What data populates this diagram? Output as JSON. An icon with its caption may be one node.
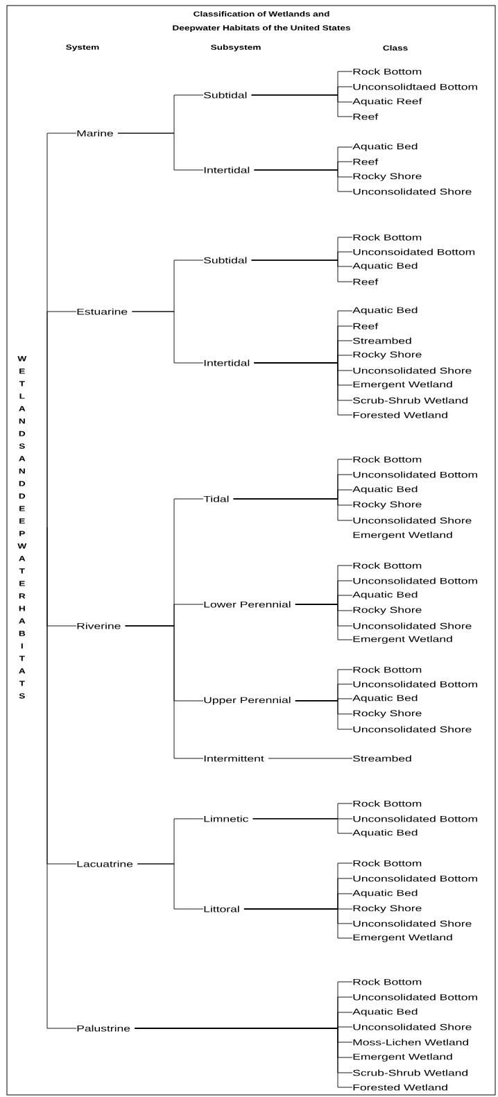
{
  "diagram": {
    "title": "Classification of Wetlands and Deepwater Habitats of the United States",
    "nodes": [
      {
        "text": [
          "WETLANDS AND DEEP WATER HABITATS"
        ]
      },
      {
        "text": [
          "Marine"
        ]
      },
      {
        "text": [
          "Subtidal"
        ]
      },
      {
        "text": [
          "Rock Bottom"
        ]
      },
      {
        "text": [
          "Unconsolidtaed Bottom"
        ]
      },
      {
        "text": [
          "Aquatic Reef"
        ]
      },
      {
        "text": [
          "Reef"
        ]
      },
      {
        "text": [
          "Intertidal"
        ]
      },
      {
        "text": [
          "Aquatic Bed"
        ]
      },
      {
        "text": [
          "Reef"
        ]
      },
      {
        "text": [
          "Rocky Shore"
        ]
      },
      {
        "text": [
          "Unconsolidated Shore"
        ]
      },
      {
        "text": [
          "Estuarine"
        ]
      },
      {
        "text": [
          "Subtidal"
        ]
      },
      {
        "text": [
          "Rock Bottom"
        ]
      },
      {
        "text": [
          "Unconsoidated Bottom"
        ]
      },
      {
        "text": [
          "Aquatic Bed"
        ]
      },
      {
        "text": [
          "Reef"
        ]
      },
      {
        "text": [
          "Intertidal"
        ]
      },
      {
        "text": [
          "Aquatic Bed"
        ]
      },
      {
        "text": [
          "Reef"
        ]
      },
      {
        "text": [
          "Streambed"
        ]
      },
      {
        "text": [
          "Rocky Shore"
        ]
      },
      {
        "text": [
          "Unconsolidated Shore"
        ]
      },
      {
        "text": [
          "Emergent Wetland"
        ]
      },
      {
        "text": [
          "Scrub-Shrub Wetland"
        ]
      },
      {
        "text": [
          "Forested Wetland"
        ]
      },
      {
        "text": [
          "Riverine"
        ]
      },
      {
        "text": [
          "Tidal"
        ]
      },
      {
        "text": [
          "Rock Bottom"
        ]
      },
      {
        "text": [
          "Unconsolidated Bottom"
        ]
      },
      {
        "text": [
          "Aquatic Bed"
        ]
      },
      {
        "text": [
          "Rocky Shore"
        ]
      },
      {
        "text": [
          "Unconsolidated Shore"
        ]
      },
      {
        "text": [
          "Lower Perennial"
        ]
      },
      {
        "text": [
          "Rock Bottom"
        ]
      },
      {
        "text": [
          "Unconsolidated Bottom"
        ]
      },
      {
        "text": [
          "Aquatic Bed"
        ]
      },
      {
        "text": [
          "Rocky Shore"
        ]
      },
      {
        "text": [
          "Unconsolidated Shore"
        ]
      },
      {
        "text": [
          "Emergent Wetland"
        ]
      },
      {
        "text": [
          "Upper Perennial"
        ]
      },
      {
        "text": [
          "Rock Bottom"
        ]
      },
      {
        "text": [
          "Unconsolidated Bottom"
        ]
      },
      {
        "text": [
          "Aquatic Bed"
        ]
      },
      {
        "text": [
          "Rocky Shore"
        ]
      },
      {
        "text": [
          "Unconsolidated Shore"
        ]
      },
      {
        "text": [
          "Intermittent"
        ]
      },
      {
        "text": [
          "Streambed"
        ]
      },
      {
        "text": [
          "Lacuatrine"
        ]
      },
      {
        "text": [
          "Limnetic"
        ]
      },
      {
        "text": [
          "Rock Bottom"
        ]
      },
      {
        "text": [
          "Unconsolidated Bottom"
        ]
      },
      {
        "text": [
          "Aquatic Bed"
        ]
      },
      {
        "text": [
          "Littoral"
        ]
      },
      {
        "text": [
          "Rock Bottom"
        ]
      },
      {
        "text": [
          "Unconsolidated Bottom"
        ]
      },
      {
        "text": [
          "Aquatic Bed"
        ]
      },
      {
        "text": [
          "Rocky Shore"
        ]
      },
      {
        "text": [
          "Unconsolidated Shore"
        ]
      },
      {
        "text": [
          "Emergent Wetland"
        ]
      },
      {
        "text": [
          "Palustrine"
        ]
      },
      {
        "text": [
          "Rock Bottom"
        ]
      },
      {
        "text": [
          "Unconsolidated Bottom"
        ]
      },
      {
        "text": [
          "Aquatic Bed"
        ]
      },
      {
        "text": [
          "Unconsolidated Shore"
        ]
      },
      {
        "text": [
          "Moss-Lichen Wetland"
        ]
      },
      {
        "text": [
          "Emergent Wetland"
        ]
      },
      {
        "text": [
          "Scrub-Shrub Wetland"
        ]
      },
      {
        "text": [
          "Forested Wetland"
        ]
      }
    ],
    "edges": [
      {
        "from": 0,
        "to": 1,
        "arrow": "none"
      },
      {
        "from": 1,
        "to": 2,
        "arrow": "none"
      },
      {
        "from": 2,
        "to": 3,
        "arrow": "none"
      },
      {
        "from": 2,
        "to": 4,
        "arrow": "none"
      },
      {
        "from": 2,
        "to": 5,
        "arrow": "none"
      },
      {
        "from": 2,
        "to": 6,
        "arrow": "none"
      },
      {
        "from": 1,
        "to": 7,
        "arrow": "none"
      },
      {
        "from": 7,
        "to": 8,
        "arrow": "none"
      },
      {
        "from": 7,
        "to": 9,
        "arrow": "none"
      },
      {
        "from": 7,
        "to": 10,
        "arrow": "none"
      },
      {
        "from": 7,
        "to": 11,
        "arrow": "none"
      },
      {
        "from": 0,
        "to": 12,
        "arrow": "none"
      },
      {
        "from": 12,
        "to": 13,
        "arrow": "none"
      },
      {
        "from": 13,
        "to": 14,
        "arrow": "none"
      },
      {
        "from": 13,
        "to": 15,
        "arrow": "none"
      },
      {
        "from": 13,
        "to": 16,
        "arrow": "none"
      },
      {
        "from": 13,
        "to": 17,
        "arrow": "none"
      },
      {
        "from": 12,
        "to": 18,
        "arrow": "none"
      },
      {
        "from": 18,
        "to": 19,
        "arrow": "none"
      },
      {
        "from": 18,
        "to": 20,
        "arrow": "none"
      },
      {
        "from": 18,
        "to": 21,
        "arrow": "none"
      },
      {
        "from": 18,
        "to": 22,
        "arrow": "none"
      },
      {
        "from": 18,
        "to": 23,
        "arrow": "none"
      },
      {
        "from": 18,
        "to": 24,
        "arrow": "none"
      },
      {
        "from": 18,
        "to": 25,
        "arrow": "none"
      },
      {
        "from": 18,
        "to": 26,
        "arrow": "none"
      },
      {
        "from": 0,
        "to": 27,
        "arrow": "none"
      },
      {
        "from": 27,
        "to": 28,
        "arrow": "none"
      },
      {
        "from": 28,
        "to": 29,
        "arrow": "none"
      },
      {
        "from": 28,
        "to": 30,
        "arrow": "none"
      },
      {
        "from": 28,
        "to": 31,
        "arrow": "none"
      },
      {
        "from": 28,
        "to": 32,
        "arrow": "none"
      },
      {
        "from": 28,
        "to": 33,
        "arrow": "none"
      },
      {
        "from": 27,
        "to": 34,
        "arrow": "none"
      },
      {
        "from": 34,
        "to": 35,
        "arrow": "none"
      },
      {
        "from": 34,
        "to": 36,
        "arrow": "none"
      },
      {
        "from": 34,
        "to": 37,
        "arrow": "none"
      },
      {
        "from": 34,
        "to": 38,
        "arrow": "none"
      },
      {
        "from": 34,
        "to": 39,
        "arrow": "none"
      },
      {
        "from": 34,
        "to": 40,
        "arrow": "none"
      },
      {
        "from": 27,
        "to": 41,
        "arrow": "none"
      },
      {
        "from": 41,
        "to": 42,
        "arrow": "none"
      },
      {
        "from": 41,
        "to": 43,
        "arrow": "none"
      },
      {
        "from": 41,
        "to": 44,
        "arrow": "none"
      },
      {
        "from": 41,
        "to": 45,
        "arrow": "none"
      },
      {
        "from": 41,
        "to": 46,
        "arrow": "none"
      },
      {
        "from": 27,
        "to": 47,
        "arrow": "none"
      },
      {
        "from": 47,
        "to": 48,
        "arrow": "none"
      },
      {
        "from": 0,
        "to": 49,
        "arrow": "none"
      },
      {
        "from": 49,
        "to": 50,
        "arrow": "none"
      },
      {
        "from": 50,
        "to": 51,
        "arrow": "none"
      },
      {
        "from": 50,
        "to": 52,
        "arrow": "none"
      },
      {
        "from": 50,
        "to": 53,
        "arrow": "none"
      },
      {
        "from": 49,
        "to": 54,
        "arrow": "none"
      },
      {
        "from": 54,
        "to": 55,
        "arrow": "none"
      },
      {
        "from": 54,
        "to": 56,
        "arrow": "none"
      },
      {
        "from": 54,
        "to": 57,
        "arrow": "none"
      },
      {
        "from": 54,
        "to": 58,
        "arrow": "none"
      },
      {
        "from": 54,
        "to": 59,
        "arrow": "none"
      },
      {
        "from": 54,
        "to": 60,
        "arrow": "none"
      },
      {
        "from": 0,
        "to": 61,
        "arrow": "none"
      },
      {
        "from": 61,
        "to": 62,
        "arrow": "none"
      },
      {
        "from": 61,
        "to": 63,
        "arrow": "none"
      },
      {
        "from": 61,
        "to": 64,
        "arrow": "none"
      },
      {
        "from": 61,
        "to": 65,
        "arrow": "none"
      },
      {
        "from": 61,
        "to": 66,
        "arrow": "none"
      },
      {
        "from": 61,
        "to": 67,
        "arrow": "none"
      },
      {
        "from": 61,
        "to": 68,
        "arrow": "none"
      },
      {
        "from": 61,
        "to": 69,
        "arrow": "none"
      }
    ],
    "labels": [
      "System",
      "Subsystem",
      "Class",
      "Emergent Wetland"
    ]
  }
}
